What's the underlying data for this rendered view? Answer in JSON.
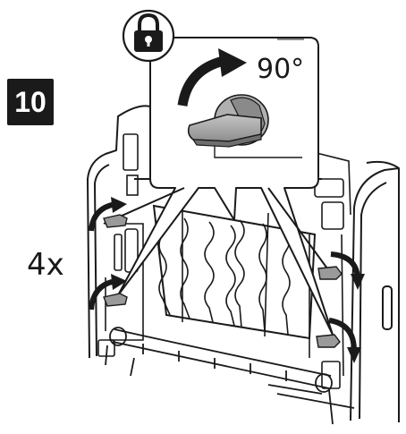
{
  "step": {
    "number": "10"
  },
  "callout": {
    "rotation": "90°"
  },
  "count": {
    "label": "4x"
  },
  "icons": {
    "lock": "lock-icon",
    "rotate": "rotate-arrow-icon"
  },
  "colors": {
    "ink": "#1a1a1a",
    "knob": "#9a9a9a",
    "knob_light": "#bdbdbd",
    "bg": "#ffffff"
  }
}
